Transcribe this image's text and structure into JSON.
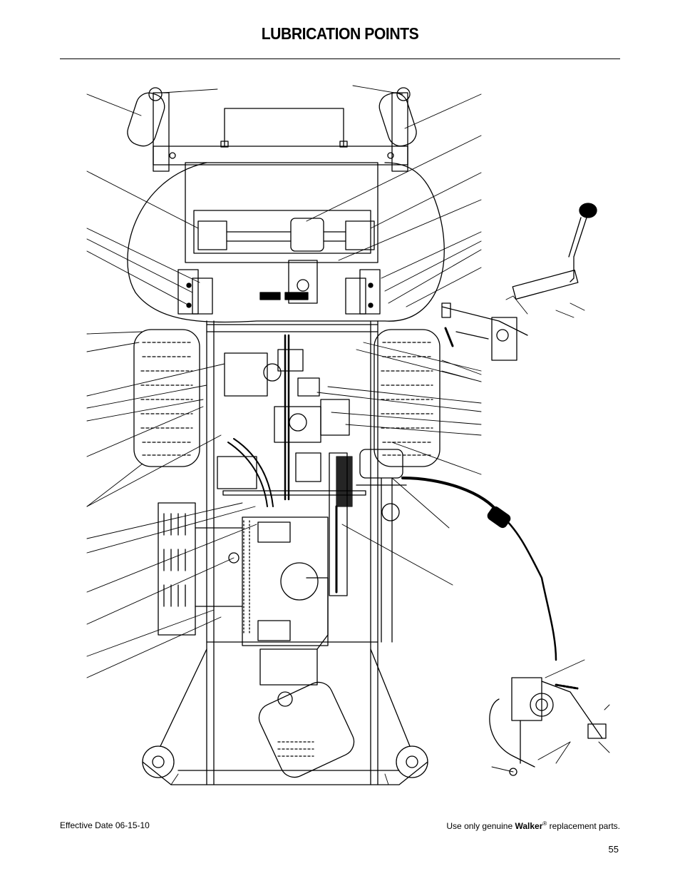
{
  "page": {
    "title": "LUBRICATION POINTS",
    "footer_left": "Effective Date 06-15-10",
    "footer_right_prefix": "Use only genuine ",
    "footer_right_brand": "Walker",
    "footer_right_mark": "®",
    "footer_right_suffix": " replacement parts.",
    "page_number": "55"
  },
  "figure": {
    "kind": "lubrication-point line drawing of mower chassis (top view)",
    "line_color": "#000000",
    "fill_color": "#ffffff"
  }
}
